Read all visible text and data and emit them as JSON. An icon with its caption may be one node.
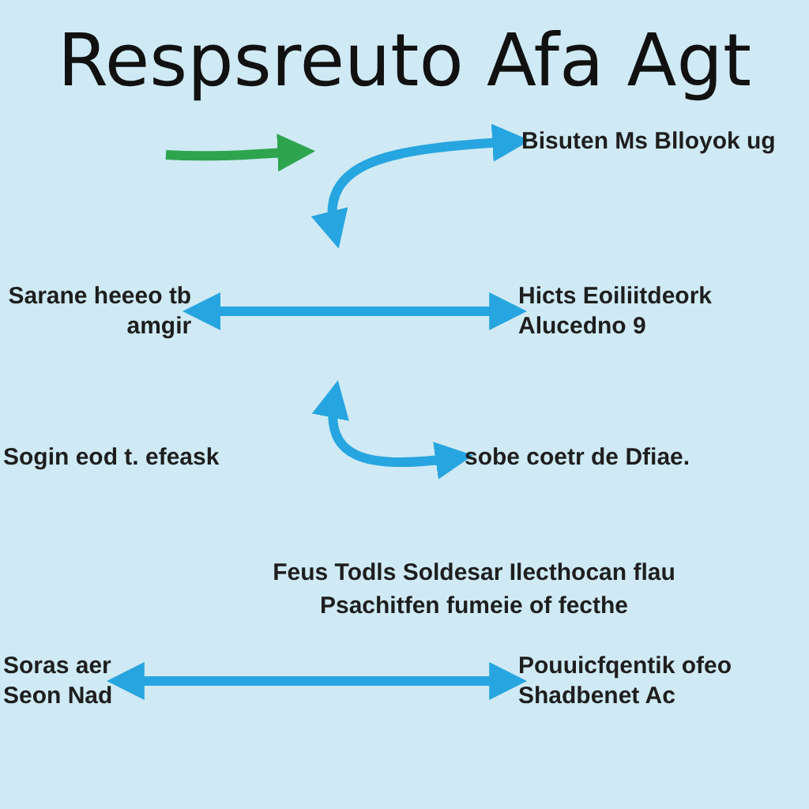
{
  "diagram": {
    "title": "Respsreuto Afa Agt",
    "nodes": [
      {
        "text": [
          "Bisuten Ms Blloyok ug"
        ]
      },
      {
        "text": [
          "Sarane heeeo tb amgir"
        ]
      },
      {
        "text": [
          "Hicts Eoiliitdeork Alucedno 9"
        ]
      },
      {
        "text": [
          "Sogin eod t. efeask"
        ]
      },
      {
        "text": [
          "sobe coetr de Dfiae."
        ]
      },
      {
        "text": [
          "Soras aer Seon Nad"
        ]
      },
      {
        "text": [
          "Pouuicfqentik ofeo Shadbenet Ac"
        ]
      }
    ],
    "edges": [
      {
        "from": null,
        "to": 0,
        "arrow": "both"
      },
      {
        "from": 1,
        "to": 2,
        "arrow": "both"
      },
      {
        "from": null,
        "to": 4,
        "arrow": "both"
      },
      {
        "from": 5,
        "to": 6,
        "arrow": "both"
      }
    ],
    "labels": [
      "Feus Todls Soldesar Ilecthocan flau Psachitfen fumeie of fecthe"
    ]
  }
}
